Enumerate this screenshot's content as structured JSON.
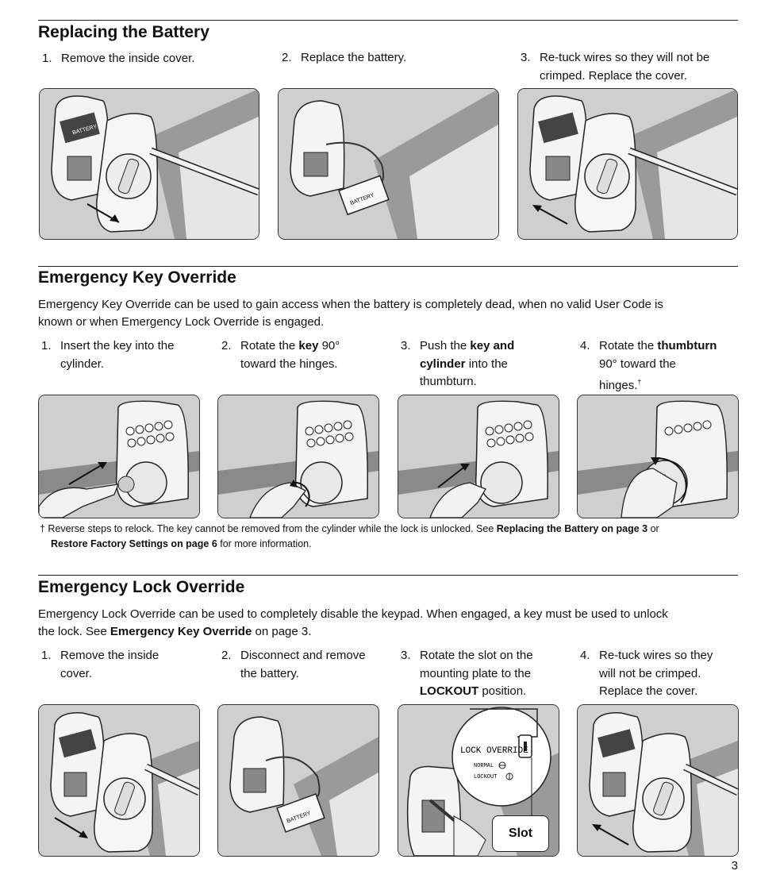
{
  "page_number": "3",
  "battery_section": {
    "title": "Replacing the Battery",
    "steps": [
      {
        "num": "1.",
        "text": "Remove the inside cover."
      },
      {
        "num": "2.",
        "text": "Replace the battery."
      },
      {
        "num": "3.",
        "line1": "Re-tuck wires so they will not be",
        "line2": "crimped. Replace the cover."
      }
    ],
    "battery_label": "BATTERY"
  },
  "key_section": {
    "title": "Emergency Key Override",
    "intro_line1": "Emergency Key Override can be used to gain access when the battery is completely dead, when no valid User Code is",
    "intro_line2": "known or when Emergency Lock Override is engaged.",
    "steps": [
      {
        "num": "1.",
        "l1": "Insert the key into the",
        "l2": "cylinder."
      },
      {
        "num": "2.",
        "l1a": "Rotate the ",
        "l1b": "key",
        "l1c": " 90°",
        "l2": "toward the hinges."
      },
      {
        "num": "3.",
        "l1a": "Push the ",
        "l1b": "key and",
        "l2a": "cylinder",
        "l2b": " into the",
        "l3": "thumbturn."
      },
      {
        "num": "4.",
        "l1a": "Rotate the ",
        "l1b": "thumbturn",
        "l2": "90° toward the",
        "l3": "hinges.",
        "dagger": "†"
      }
    ],
    "footnote": {
      "mark": "†",
      "a": " Reverse steps to relock. The key cannot be removed from the cylinder while the lock is unlocked. See ",
      "b": "Replacing the Battery on page 3",
      "c": " or",
      "d": "Restore Factory Settings on page 6",
      "e": " for more information."
    }
  },
  "lock_section": {
    "title": "Emergency Lock Override",
    "intro_line1": "Emergency Lock Override can be used to completely disable the keypad. When engaged, a key must be used to unlock",
    "intro_a": "the lock. See ",
    "intro_b": "Emergency Key Override",
    "intro_c": " on page 3.",
    "steps": [
      {
        "num": "1.",
        "l1": "Remove the inside",
        "l2": "cover."
      },
      {
        "num": "2.",
        "l1": "Disconnect and remove",
        "l2": "the battery."
      },
      {
        "num": "3.",
        "l1": "Rotate the slot on the",
        "l2": "mounting plate to the",
        "l3a": "LOCKOUT",
        "l3b": " position."
      },
      {
        "num": "4.",
        "l1": "Re-tuck wires so they",
        "l2": "will not be crimped.",
        "l3": "Replace the cover."
      }
    ],
    "plate_labels": {
      "title": "LOCK OVERRIDE",
      "normal": "NORMAL",
      "lockout": "LOCKOUT"
    },
    "slot_callout": "Slot"
  }
}
